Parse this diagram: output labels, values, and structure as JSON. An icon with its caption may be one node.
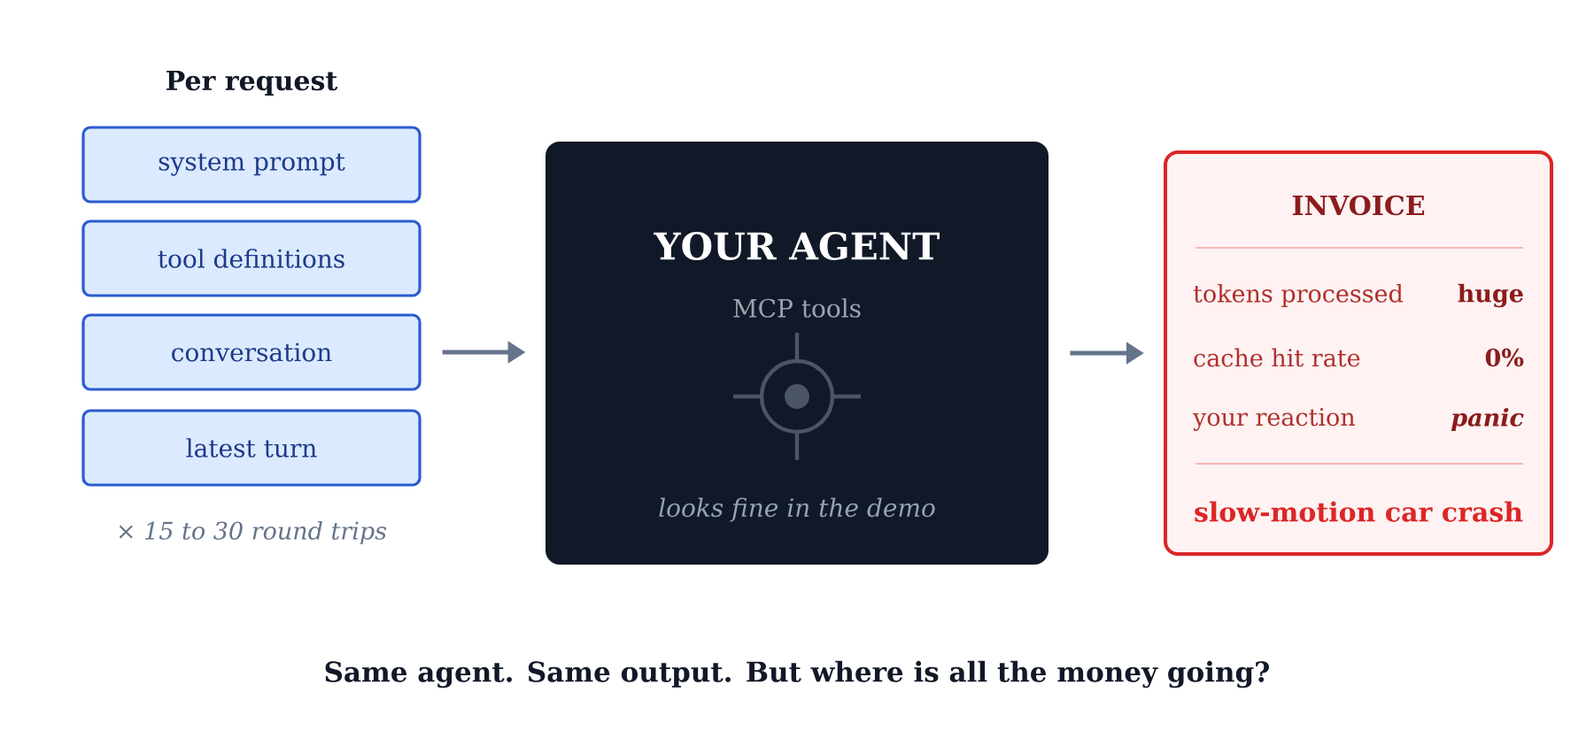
{
  "diagram": {
    "caption": "Same agent. Same output. But where is all the money going?",
    "nodes": [
      {
        "text": [
          "system prompt"
        ]
      },
      {
        "text": [
          "tool definitions"
        ]
      },
      {
        "text": [
          "conversation"
        ]
      },
      {
        "text": [
          "latest turn"
        ]
      },
      {
        "text": [
          "YOUR AGENT",
          "MCP tools",
          "looks fine in the demo"
        ]
      },
      {
        "text": [
          "INVOICE",
          "tokens processed",
          "huge",
          "cache hit rate",
          "0%",
          "your reaction",
          "panic",
          "slow-motion car crash"
        ]
      }
    ],
    "edges": [
      {
        "from": 2,
        "to": 4,
        "arrow": "to"
      },
      {
        "from": 4,
        "to": 5,
        "arrow": "to"
      }
    ],
    "labels": [
      "Per request",
      "× 15 to 30 round trips"
    ]
  }
}
